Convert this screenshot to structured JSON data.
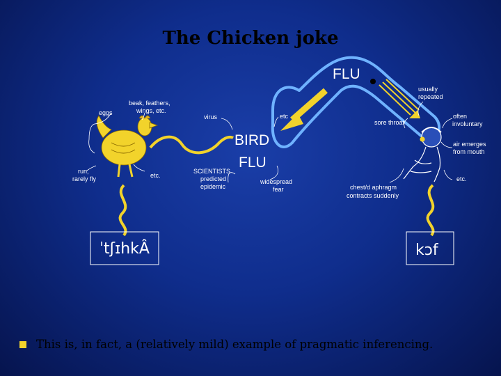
{
  "title": "The Chicken joke",
  "labels": {
    "flu_top": "FLU",
    "bird_flu_line1": "BIRD",
    "bird_flu_line2": "FLU",
    "eggs": "eggs",
    "beak_line1": "beak, feathers,",
    "beak_line2": "wings, etc.",
    "run_line1": "run,",
    "run_line2": "rarely fly",
    "chicken_etc": "etc.",
    "virus": "virus",
    "etc_top": "etc",
    "scientists_line1": "SCIENTISTS",
    "scientists_line2": "predicted",
    "scientists_line3": "epidemic",
    "widespread_line1": "widespread",
    "widespread_line2": "fear",
    "sore_throat": "sore throat",
    "usually_line1": "usually",
    "usually_line2": "repeated",
    "often_line1": "often",
    "often_line2": "involuntary",
    "air_line1": "air emerges",
    "air_line2": "from mouth",
    "cough_etc": "etc.",
    "chest_line1": "chest/d aphragm",
    "chest_line2": "contracts suddenly"
  },
  "phonetic": {
    "chicken": "ˈtʃɪhkÂ",
    "cough": "kɔf"
  },
  "bullet": {
    "text": "This is, in fact, a (relatively mild) example of pragmatic inferencing."
  },
  "colors": {
    "arrow_yellow": "#f2d32b",
    "loop_blue": "#6fb2ff",
    "bullet_yellow": "#f2d32b"
  },
  "icons": {
    "chicken": "chicken-illustration",
    "coughing_man": "coughing-man-illustration"
  }
}
